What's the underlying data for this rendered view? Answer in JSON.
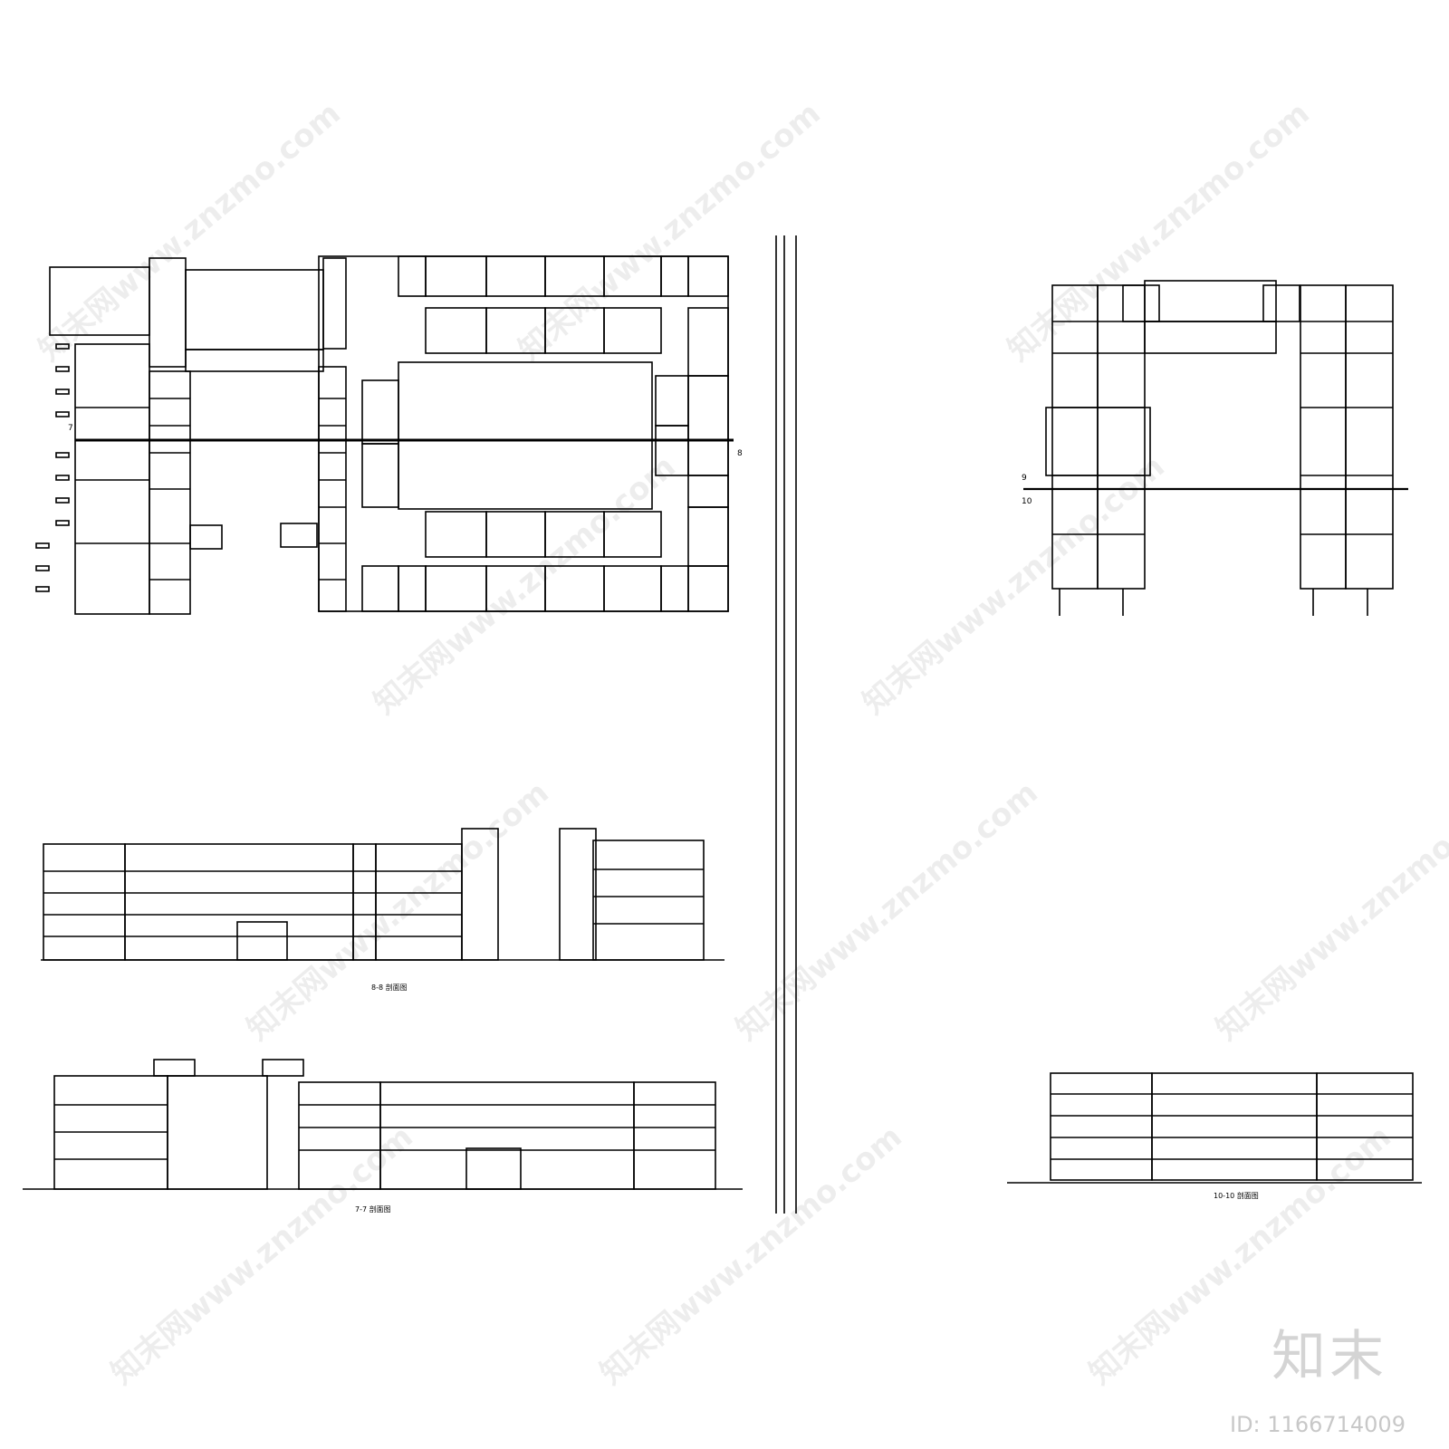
{
  "drawing": {
    "axis_marks": [
      "7",
      "8",
      "9",
      "10"
    ],
    "section_titles": [
      "8-8 剖面图",
      "7-7 剖面图",
      "10-10 剖面图"
    ]
  },
  "watermark": {
    "text": "知末网www.znzmo.com"
  },
  "brand": {
    "logo_text": "知末",
    "asset_id": "ID: 1166714009"
  }
}
